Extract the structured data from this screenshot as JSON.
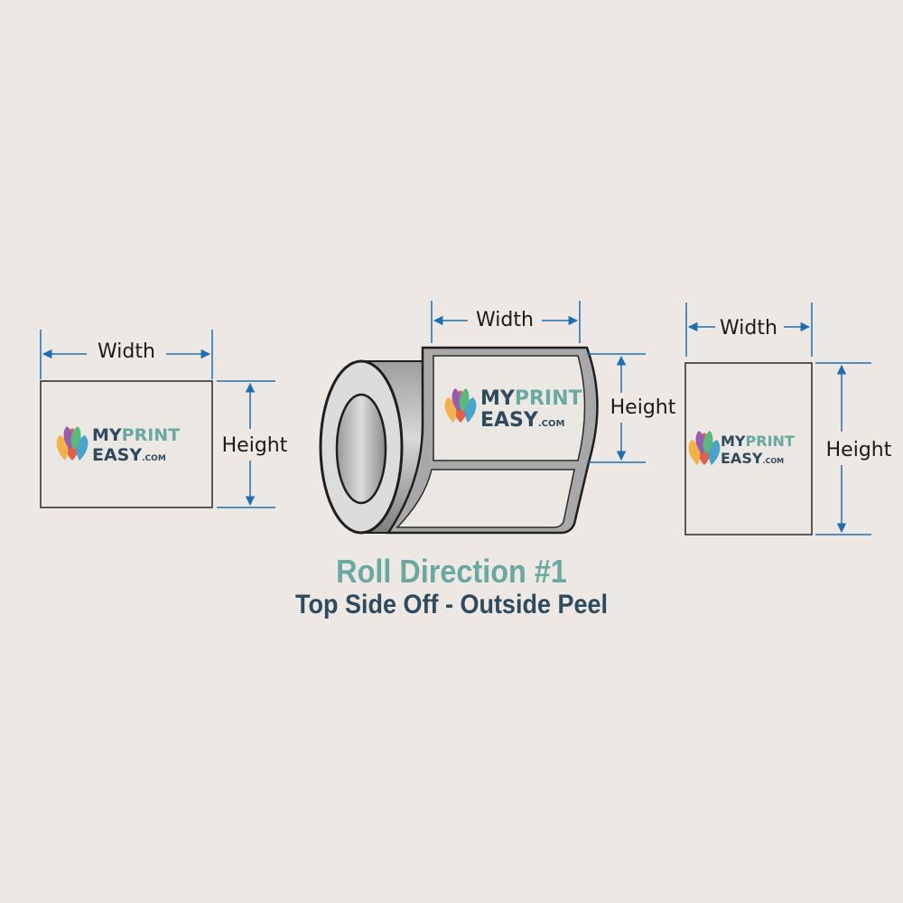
{
  "title": "Roll Direction #1",
  "subtitle": "Top Side Off - Outside Peel",
  "logo": {
    "line1_a": "MY",
    "line1_b": "PRINT",
    "line2": "EASY",
    "suffix": ".COM"
  },
  "labels": {
    "width": "Width",
    "height": "Height"
  },
  "colors": {
    "title": "#6aa8a0",
    "subtitle": "#2f4a5e",
    "dimension": "#1f6fb0",
    "logo_dark": "#2f4a5e",
    "logo_teal": "#6aa8a0"
  }
}
